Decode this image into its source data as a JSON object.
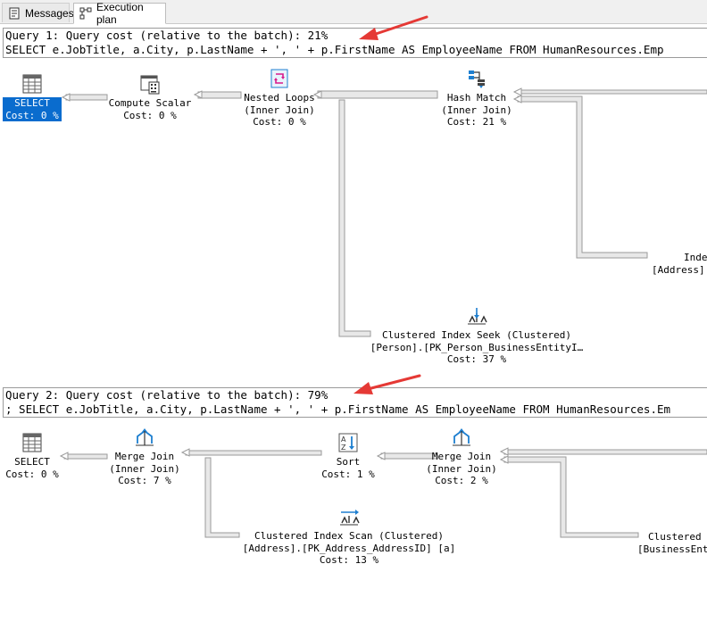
{
  "tabs": [
    {
      "label": "Messages",
      "icon": "messages-icon",
      "active": false
    },
    {
      "label": "Execution plan",
      "icon": "execution-plan-icon",
      "active": true
    }
  ],
  "query1": {
    "header": "Query 1: Query cost (relative to the batch): 21%",
    "sql": "SELECT e.JobTitle, a.City, p.LastName + ', ' + p.FirstName AS EmployeeName FROM HumanResources.Emp"
  },
  "query2": {
    "header": "Query 2: Query cost (relative to the batch): 79%",
    "sql": "; SELECT e.JobTitle, a.City, p.LastName + ', ' + p.FirstName AS EmployeeName FROM HumanResources.Em"
  },
  "plan1": {
    "select": {
      "name": "SELECT",
      "cost": "Cost: 0 %"
    },
    "compute_scalar": {
      "name": "Compute Scalar",
      "cost": "Cost: 0 %"
    },
    "nested_loops": {
      "name": "Nested Loops",
      "sub": "(Inner Join)",
      "cost": "Cost: 0 %"
    },
    "hash_match": {
      "name": "Hash Match",
      "sub": "(Inner Join)",
      "cost": "Cost: 21 %"
    },
    "index_seek": {
      "name": "Clustered Index Seek (Clustered)",
      "object": "[Person].[PK_Person_BusinessEntityI…",
      "cost": "Cost: 37 %"
    },
    "index_partial": {
      "name": "Inde",
      "object": "[Address]."
    }
  },
  "plan2": {
    "select": {
      "name": "SELECT",
      "cost": "Cost: 0 %"
    },
    "merge_join_1": {
      "name": "Merge Join",
      "sub": "(Inner Join)",
      "cost": "Cost: 7 %"
    },
    "sort": {
      "name": "Sort",
      "cost": "Cost: 1 %"
    },
    "merge_join_2": {
      "name": "Merge Join",
      "sub": "(Inner Join)",
      "cost": "Cost: 2 %"
    },
    "index_scan": {
      "name": "Clustered Index Scan (Clustered)",
      "object": "[Address].[PK_Address_AddressID] [a]",
      "cost": "Cost: 13 %"
    },
    "clustered_partial": {
      "name": "Clustered",
      "object": "[BusinessEnt"
    }
  },
  "colors": {
    "selection": "#0a6cce",
    "arrow_annotation": "#e53935",
    "edge_fill": "#e8e8e8",
    "edge_stroke": "#9a9a9a"
  }
}
